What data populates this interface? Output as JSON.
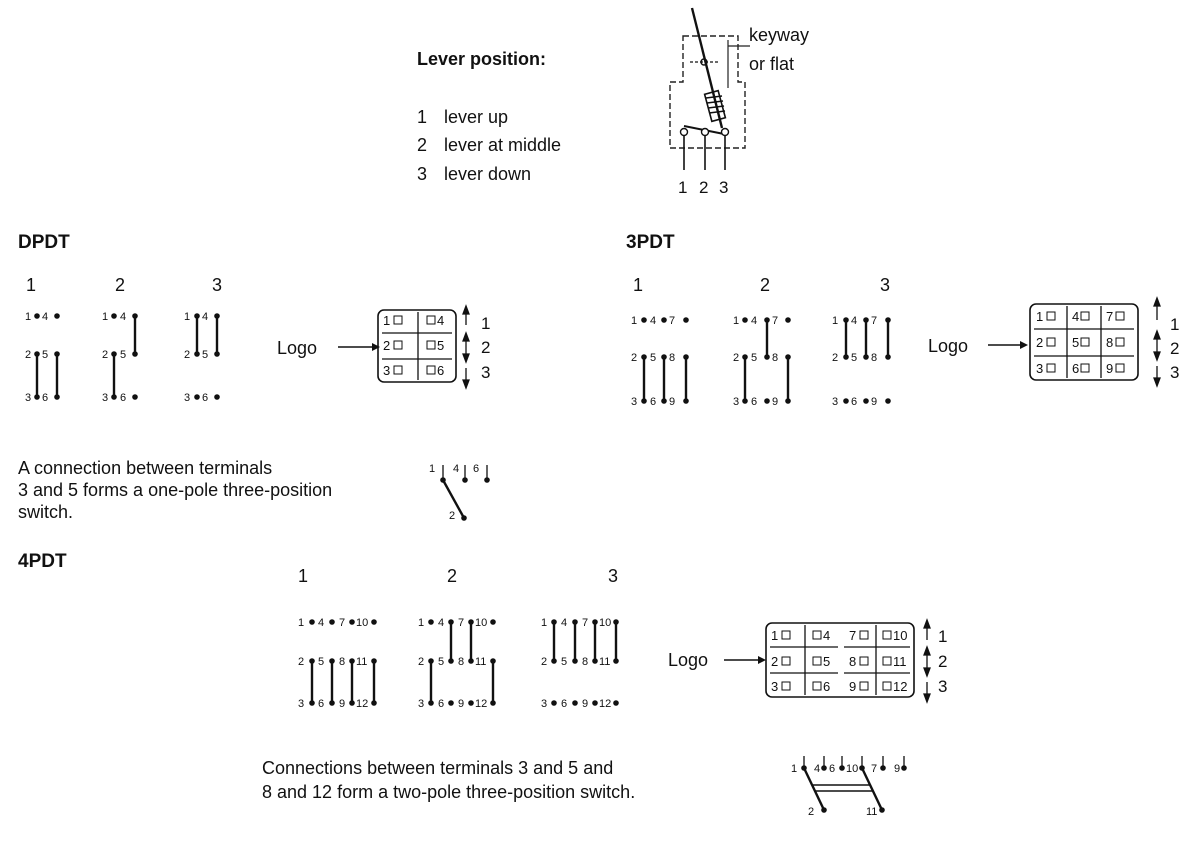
{
  "lever": {
    "heading": "Lever position:",
    "items": [
      {
        "num": "1",
        "label": "lever up"
      },
      {
        "num": "2",
        "label": "lever at middle"
      },
      {
        "num": "3",
        "label": "lever down"
      }
    ],
    "keyway_label": "keyway",
    "flat_label": "or flat",
    "terminal_labels": [
      "1",
      "2",
      "3"
    ]
  },
  "dpdt": {
    "title": "DPDT",
    "positions": [
      "1",
      "2",
      "3"
    ],
    "terminals": [
      "1",
      "4",
      "2",
      "5",
      "3",
      "6"
    ],
    "logo": "Logo",
    "logo_cells": [
      [
        "1",
        "4"
      ],
      [
        "2",
        "5"
      ],
      [
        "3",
        "6"
      ]
    ],
    "arrow_labels": [
      "1",
      "2",
      "3"
    ]
  },
  "tpdt": {
    "title": "3PDT",
    "positions": [
      "1",
      "2",
      "3"
    ],
    "terminals": [
      "1",
      "4",
      "7",
      "2",
      "5",
      "8",
      "3",
      "6",
      "9"
    ],
    "logo": "Logo",
    "logo_cells": [
      [
        "1",
        "4",
        "7"
      ],
      [
        "2",
        "5",
        "8"
      ],
      [
        "3",
        "6",
        "9"
      ]
    ],
    "arrow_labels": [
      "1",
      "2",
      "3"
    ]
  },
  "note1": {
    "lines": [
      "A connection between terminals",
      "3 and 5 forms a one-pole three-position",
      "switch."
    ],
    "terminals": [
      "1",
      "4",
      "6",
      "2"
    ]
  },
  "fpdt": {
    "title": "4PDT",
    "positions": [
      "1",
      "2",
      "3"
    ],
    "terminals": [
      "1",
      "4",
      "7",
      "10",
      "2",
      "5",
      "8",
      "11",
      "3",
      "6",
      "9",
      "12"
    ],
    "logo": "Logo",
    "logo_cells": [
      [
        "1",
        "4",
        "7",
        "10"
      ],
      [
        "2",
        "5",
        "8",
        "11"
      ],
      [
        "3",
        "6",
        "9",
        "12"
      ]
    ],
    "arrow_labels": [
      "1",
      "2",
      "3"
    ]
  },
  "note2": {
    "lines": [
      "Connections between terminals 3 and 5 and",
      "8 and 12 form a two-pole three-position switch."
    ],
    "terminals": [
      "1",
      "4",
      "6",
      "10",
      "7",
      "9",
      "2",
      "11"
    ]
  }
}
